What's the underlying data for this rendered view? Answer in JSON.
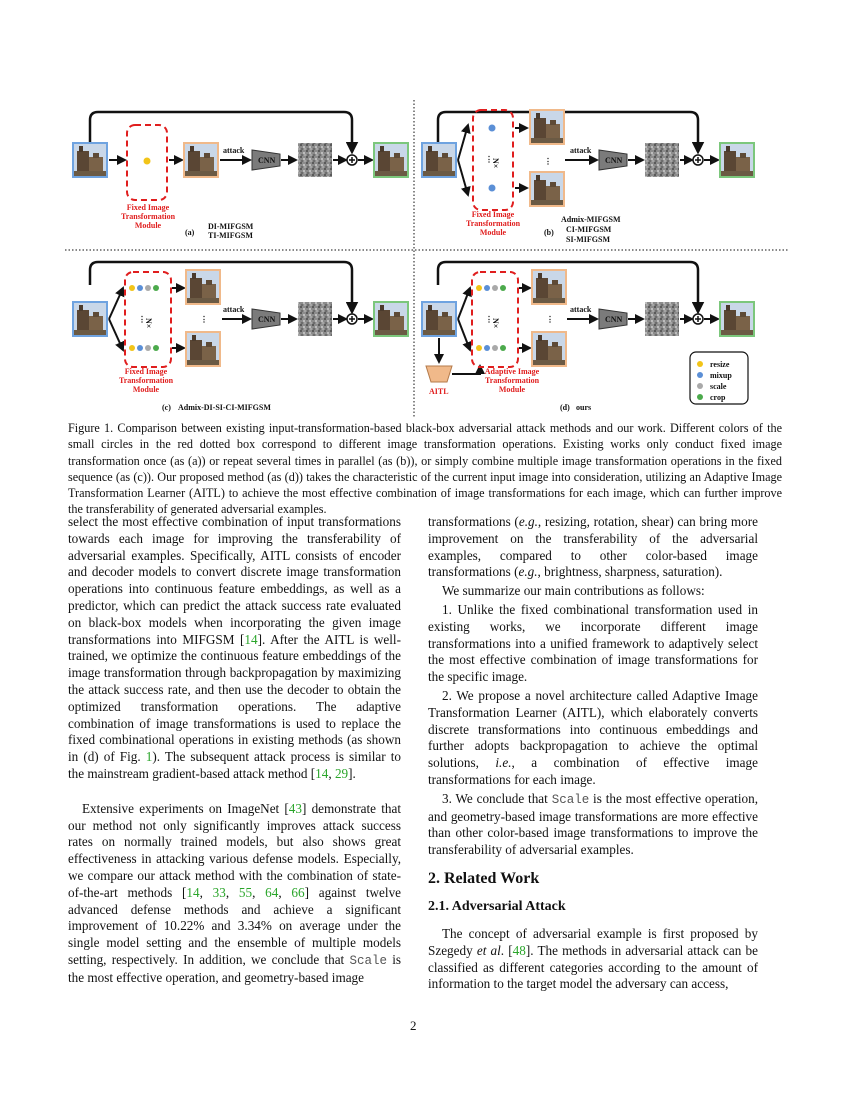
{
  "figure": {
    "panel_a": {
      "tag": "(a)",
      "module": [
        "Fixed Image",
        "Transformation",
        "Module"
      ],
      "methods": [
        "DI-MIFGSM",
        "TI-MIFGSM"
      ]
    },
    "panel_b": {
      "tag": "(b)",
      "module": [
        "Fixed Image",
        "Transformation",
        "Module"
      ],
      "methods": [
        "Admix-MIFGSM",
        "CI-MIFGSM",
        "SI-MIFGSM"
      ]
    },
    "panel_c": {
      "tag": "(c)",
      "module": [
        "Fixed Image",
        "Transformation",
        "Module"
      ],
      "methods": [
        "Admix-DI-SI-CI-MIFGSM"
      ]
    },
    "panel_d": {
      "tag": "(d)",
      "module": [
        "Adaptive Image",
        "Transformation",
        "Module"
      ],
      "methods": [
        "ours"
      ],
      "aitl": "AITL"
    },
    "attack": "attack",
    "cnn": "CNN",
    "nx": "N×",
    "dots": "⋮",
    "legend": [
      {
        "label": "resize",
        "color": "#f2c418"
      },
      {
        "label": "mixup",
        "color": "#5b8fd6"
      },
      {
        "label": "scale",
        "color": "#a9a9a9"
      },
      {
        "label": "crop",
        "color": "#4caa4c"
      }
    ],
    "colors": {
      "red": "#e01e1e",
      "blue": "#6fa3e0",
      "orange": "#f0b98a",
      "green": "#7cc77c"
    }
  },
  "caption": "Figure 1. Comparison between existing input-transformation-based black-box adversarial attack methods and our work. Different colors of the small circles in the red dotted box correspond to different image transformation operations. Existing works only conduct fixed image transformation once (as (a)) or repeat several times in parallel (as (b)), or simply combine multiple image transformation operations in the fixed sequence (as (c)). Our proposed method (as (d)) takes the characteristic of the current input image into consideration, utilizing an Adaptive Image Transformation Learner (AITL) to achieve the most effective combination of image transformations for each image, which can further improve the transferability of generated adversarial examples.",
  "left": {
    "p1_a": "select the most effective combination of input transformations towards each image for improving the transferability of adversarial examples. Specifically, AITL consists of encoder and decoder models to convert discrete image transformation operations into continuous feature embeddings, as well as a predictor, which can predict the attack success rate evaluated on black-box models when incorporating the given image transformations into MIFGSM [",
    "c14": "14",
    "p1_b": "]. After the AITL is well-trained, we optimize the continuous feature embeddings of the image transformation through backpropagation by maximizing the attack success rate, and then use the decoder to obtain the optimized transformation operations. The adaptive combination of image transformations is used to replace the fixed combinational operations in existing methods (as shown in (d) of Fig. ",
    "c1": "1",
    "p1_c": "). The subsequent attack process is similar to the mainstream gradient-based attack method [",
    "c14b": "14",
    "comma": ", ",
    "c29": "29",
    "p1_d": "].",
    "p2_a": "Extensive experiments on ImageNet [",
    "c43": "43",
    "p2_b": "] demonstrate that our method not only significantly improves attack success rates on normally trained models, but also shows great effectiveness in attacking various defense models. Especially, we compare our attack method with the combination of state-of-the-art methods [",
    "c14c": "14",
    "c33": "33",
    "c55": "55",
    "c64": "64",
    "c66": "66",
    "p2_c": "] against twelve advanced defense methods and achieve a significant improvement of 10.22% and 3.34% on average under the single model setting and the ensemble of multiple models setting, respectively. In addition, we conclude that ",
    "scale": "Scale",
    "p2_d": " is the most effective operation, and geometry-based image"
  },
  "right": {
    "p1_a": "transformations (",
    "eg": "e.g.",
    "p1_b": ", resizing, rotation, shear) can bring more improvement on the transferability of the adversarial examples, compared to other color-based image transformations (",
    "p1_c": ", brightness, sharpness, saturation).",
    "p2": "We summarize our main contributions as follows:",
    "p3": "1. Unlike the fixed combinational transformation used in existing works, we incorporate different image transformations into a unified framework to adaptively select the most effective combination of image transformations for the specific image.",
    "p4_a": "2. We propose a novel architecture called Adaptive Image Transformation Learner (AITL), which elaborately converts discrete transformations into continuous embeddings and further adopts backpropagation to achieve the optimal solutions, ",
    "ie": "i.e.",
    "p4_b": ", a combination of effective image transformations for each image.",
    "p5_a": "3. We conclude that ",
    "scale": "Scale",
    "p5_b": " is the most effective operation, and geometry-based image transformations are more effective than other color-based image transformations to improve the transferability of adversarial examples.",
    "h2": "2. Related Work",
    "h3": "2.1. Adversarial Attack",
    "p6_a": "The concept of adversarial example is first proposed by Szegedy ",
    "etal": "et al",
    "p6_b": ". [",
    "c48": "48",
    "p6_c": "]. The methods in adversarial attack can be classified as different categories according to the amount of information to the target model the adversary can access,"
  },
  "page_number": "2"
}
